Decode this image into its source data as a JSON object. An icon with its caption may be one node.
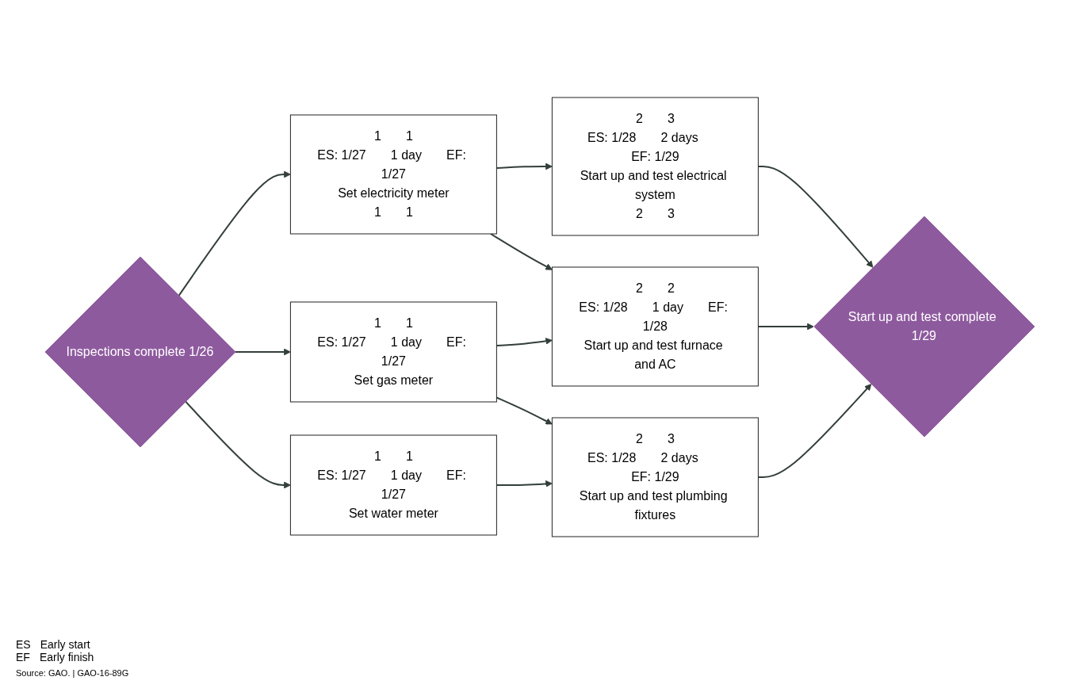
{
  "diagram": {
    "nodes": [
      {
        "text": [
          "Inspections complete 1/26"
        ]
      },
      {
        "text": [
          "1",
          "1",
          "ES: 1/27",
          "1 day",
          "EF: 1/27",
          "Set electricity meter",
          "1",
          "1"
        ]
      },
      {
        "text": [
          "1",
          "1",
          "ES: 1/27",
          "1 day",
          "EF: 1/27",
          "Set gas meter"
        ]
      },
      {
        "text": [
          "1",
          "1",
          "ES: 1/27",
          "1 day",
          "EF: 1/27",
          "Set water meter"
        ]
      },
      {
        "text": [
          "2",
          "3",
          "ES: 1/28",
          "2 days",
          "EF: 1/29",
          "Start up and test electrical system",
          "2",
          "3"
        ]
      },
      {
        "text": [
          "2",
          "2",
          "ES: 1/28",
          "1 day",
          "EF: 1/28",
          "Start up and test furnace and AC"
        ]
      },
      {
        "text": [
          "2",
          "3",
          "ES: 1/28",
          "2 days",
          "EF: 1/29",
          "Start up and test plumbing fixtures"
        ]
      },
      {
        "text": [
          "Start up and test complete 1/29"
        ]
      }
    ],
    "edges": [
      {
        "from": 0,
        "to": 1,
        "arrow": "to"
      },
      {
        "from": 0,
        "to": 2,
        "arrow": "to"
      },
      {
        "from": 0,
        "to": 3,
        "arrow": "to"
      },
      {
        "from": 1,
        "to": 4,
        "arrow": "to"
      },
      {
        "from": 1,
        "to": 5,
        "arrow": "to"
      },
      {
        "from": 2,
        "to": 5,
        "arrow": "to"
      },
      {
        "from": 2,
        "to": 6,
        "arrow": "to"
      },
      {
        "from": 3,
        "to": 6,
        "arrow": "to"
      },
      {
        "from": 4,
        "to": 7,
        "arrow": "to"
      },
      {
        "from": 5,
        "to": 7,
        "arrow": "to"
      },
      {
        "from": 6,
        "to": 7,
        "arrow": "to"
      }
    ],
    "labels": [
      "ES",
      "Early start",
      "EF",
      "Early finish",
      "Source: GAO. | GAO-16-89G"
    ]
  }
}
